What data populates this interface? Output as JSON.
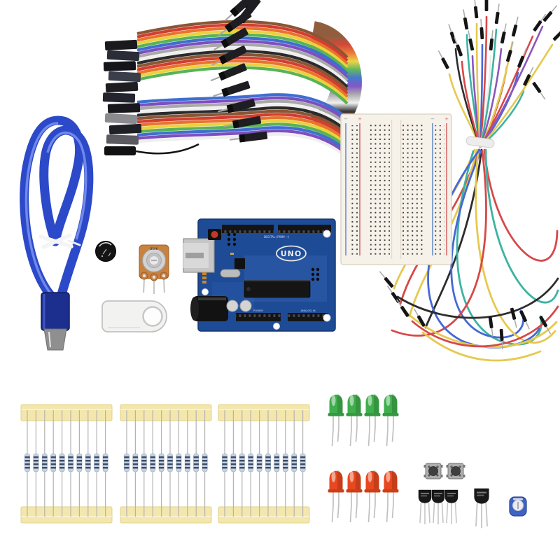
{
  "photo": {
    "description": "Arduino UNO starter kit components laid out on a white background",
    "background_color": "#ffffff"
  },
  "labels": {
    "uno_logo": "UNO",
    "digital_header": "DIGITAL (PWM ~)",
    "power_header": "POWER",
    "analog_header": "ANALOG IN",
    "pot_marking": "B50K",
    "rail_plus": "+",
    "rail_minus": "−"
  },
  "colors": {
    "arduino_blue": "#1e4b96",
    "breadboard_body": "#f6f1e9",
    "usb_cable_blue": "#2b49c8",
    "led_green": "#3fae4c",
    "led_red": "#e8481e",
    "resistor_tape": "#f3e7ad",
    "resistor_body": "#c6d2e0",
    "rail_red": "#d96a6a",
    "rail_blue": "#6b8fc9",
    "trimpot_blue": "#3f63c4",
    "connector_black": "#1c1c1c",
    "pin_silver": "#b9b9b9"
  },
  "components": [
    {
      "name": "usb-a-to-b-cable",
      "count": 1,
      "color_hex": "#2b49c8"
    },
    {
      "name": "dupont-ribbon-jumper-cables",
      "count": 1
    },
    {
      "name": "male-to-male-jumper-wire-bundle",
      "count": 1
    },
    {
      "name": "breadboard-400-point",
      "count": 1
    },
    {
      "name": "arduino-uno-board",
      "count": 1
    },
    {
      "name": "buzzer",
      "count": 1
    },
    {
      "name": "rotary-potentiometer",
      "count": 1
    },
    {
      "name": "metal-usb-flash-drive",
      "count": 1
    },
    {
      "name": "resistor-strip",
      "count": 3,
      "resistors_per_strip": 10
    },
    {
      "name": "green-led-5mm",
      "count": 4
    },
    {
      "name": "red-led-5mm",
      "count": 4
    },
    {
      "name": "tactile-push-button",
      "count": 2
    },
    {
      "name": "to92-transistor",
      "count": 4
    },
    {
      "name": "trimmer-potentiometer",
      "count": 1
    }
  ]
}
